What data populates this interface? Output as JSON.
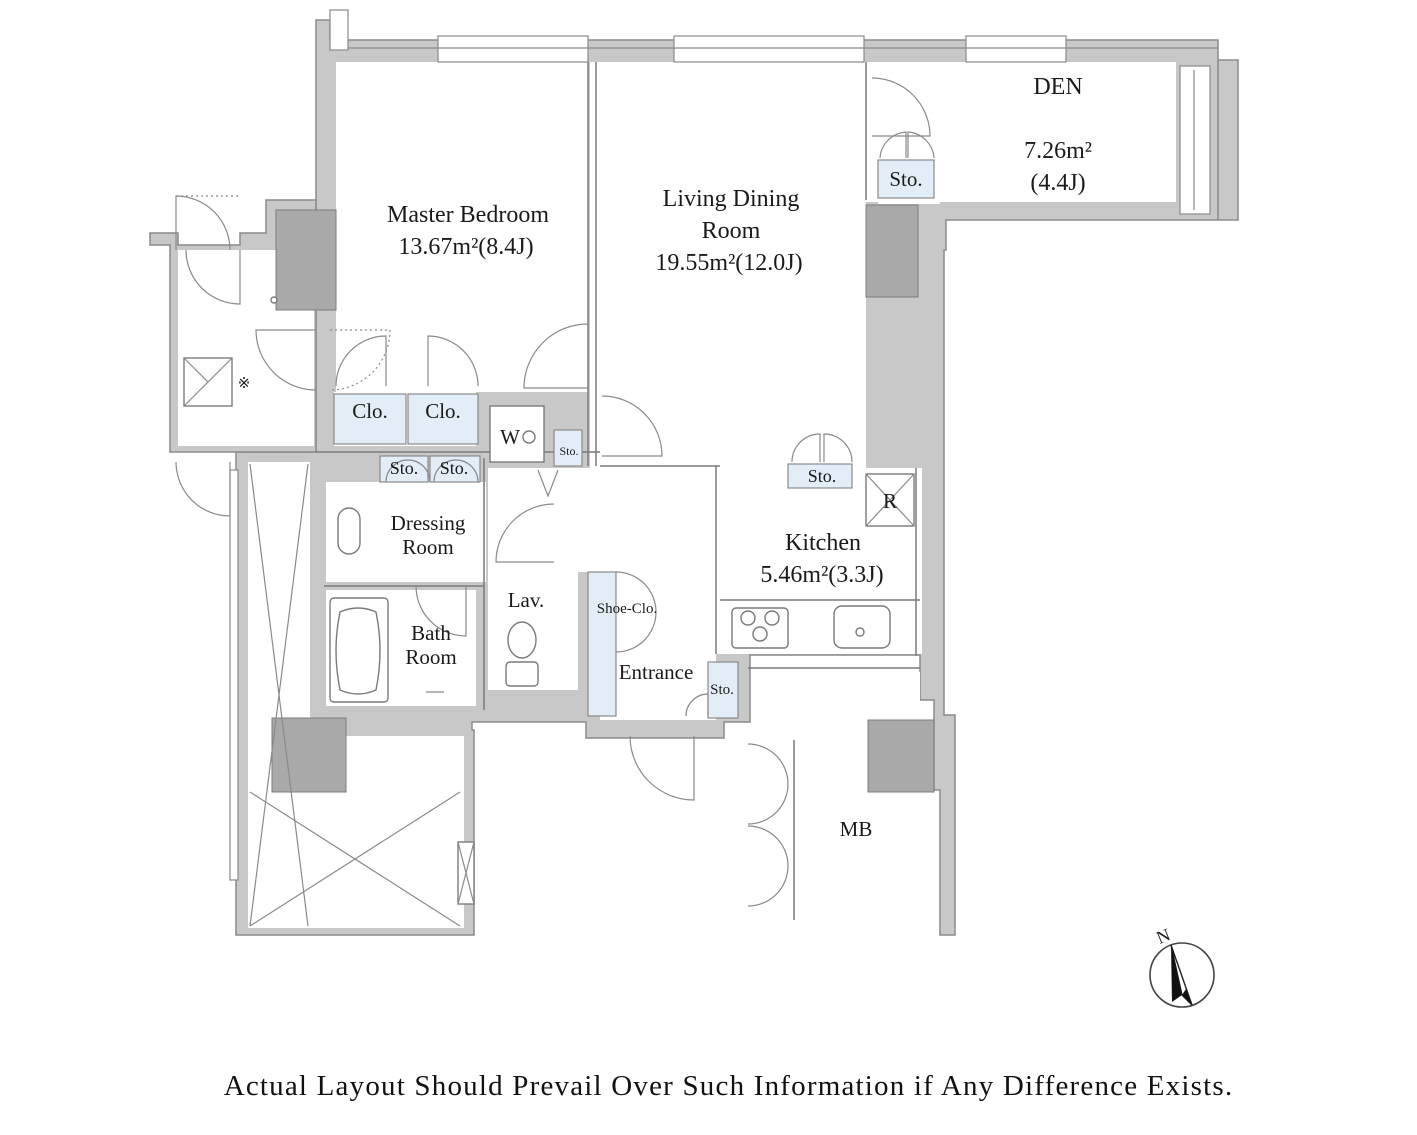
{
  "rooms": {
    "master_bedroom": {
      "name": "Master Bedroom",
      "area": "13.67m²(8.4J)"
    },
    "living_dining": {
      "name_line1": "Living Dining",
      "name_line2": "Room",
      "area": "19.55m²(12.0J)"
    },
    "den": {
      "name": "DEN",
      "area": "7.26m²",
      "size": "(4.4J)"
    },
    "kitchen": {
      "name": "Kitchen",
      "area": "5.46m²(3.3J)"
    },
    "dressing_room": {
      "name_line1": "Dressing",
      "name_line2": "Room"
    },
    "bath_room": {
      "name_line1": "Bath",
      "name_line2": "Room"
    },
    "lavatory": {
      "name": "Lav."
    },
    "entrance": {
      "name": "Entrance"
    },
    "meter_box": {
      "name": "MB"
    }
  },
  "storage": {
    "closet_1": "Clo.",
    "closet_2": "Clo.",
    "den_storage": "Sto.",
    "kitchen_storage": "Sto.",
    "dressing_storage_1": "Sto.",
    "dressing_storage_2": "Sto.",
    "hall_storage": "Sto.",
    "entrance_storage": "Sto.",
    "shoe_closet": "Shoe-Clo."
  },
  "fixtures": {
    "washer": "W",
    "refrigerator": "R",
    "balcony_mark": "※"
  },
  "compass": {
    "label": "N"
  },
  "footer": {
    "disclaimer": "Actual Layout Should Prevail Over Such Information if Any Difference Exists."
  }
}
